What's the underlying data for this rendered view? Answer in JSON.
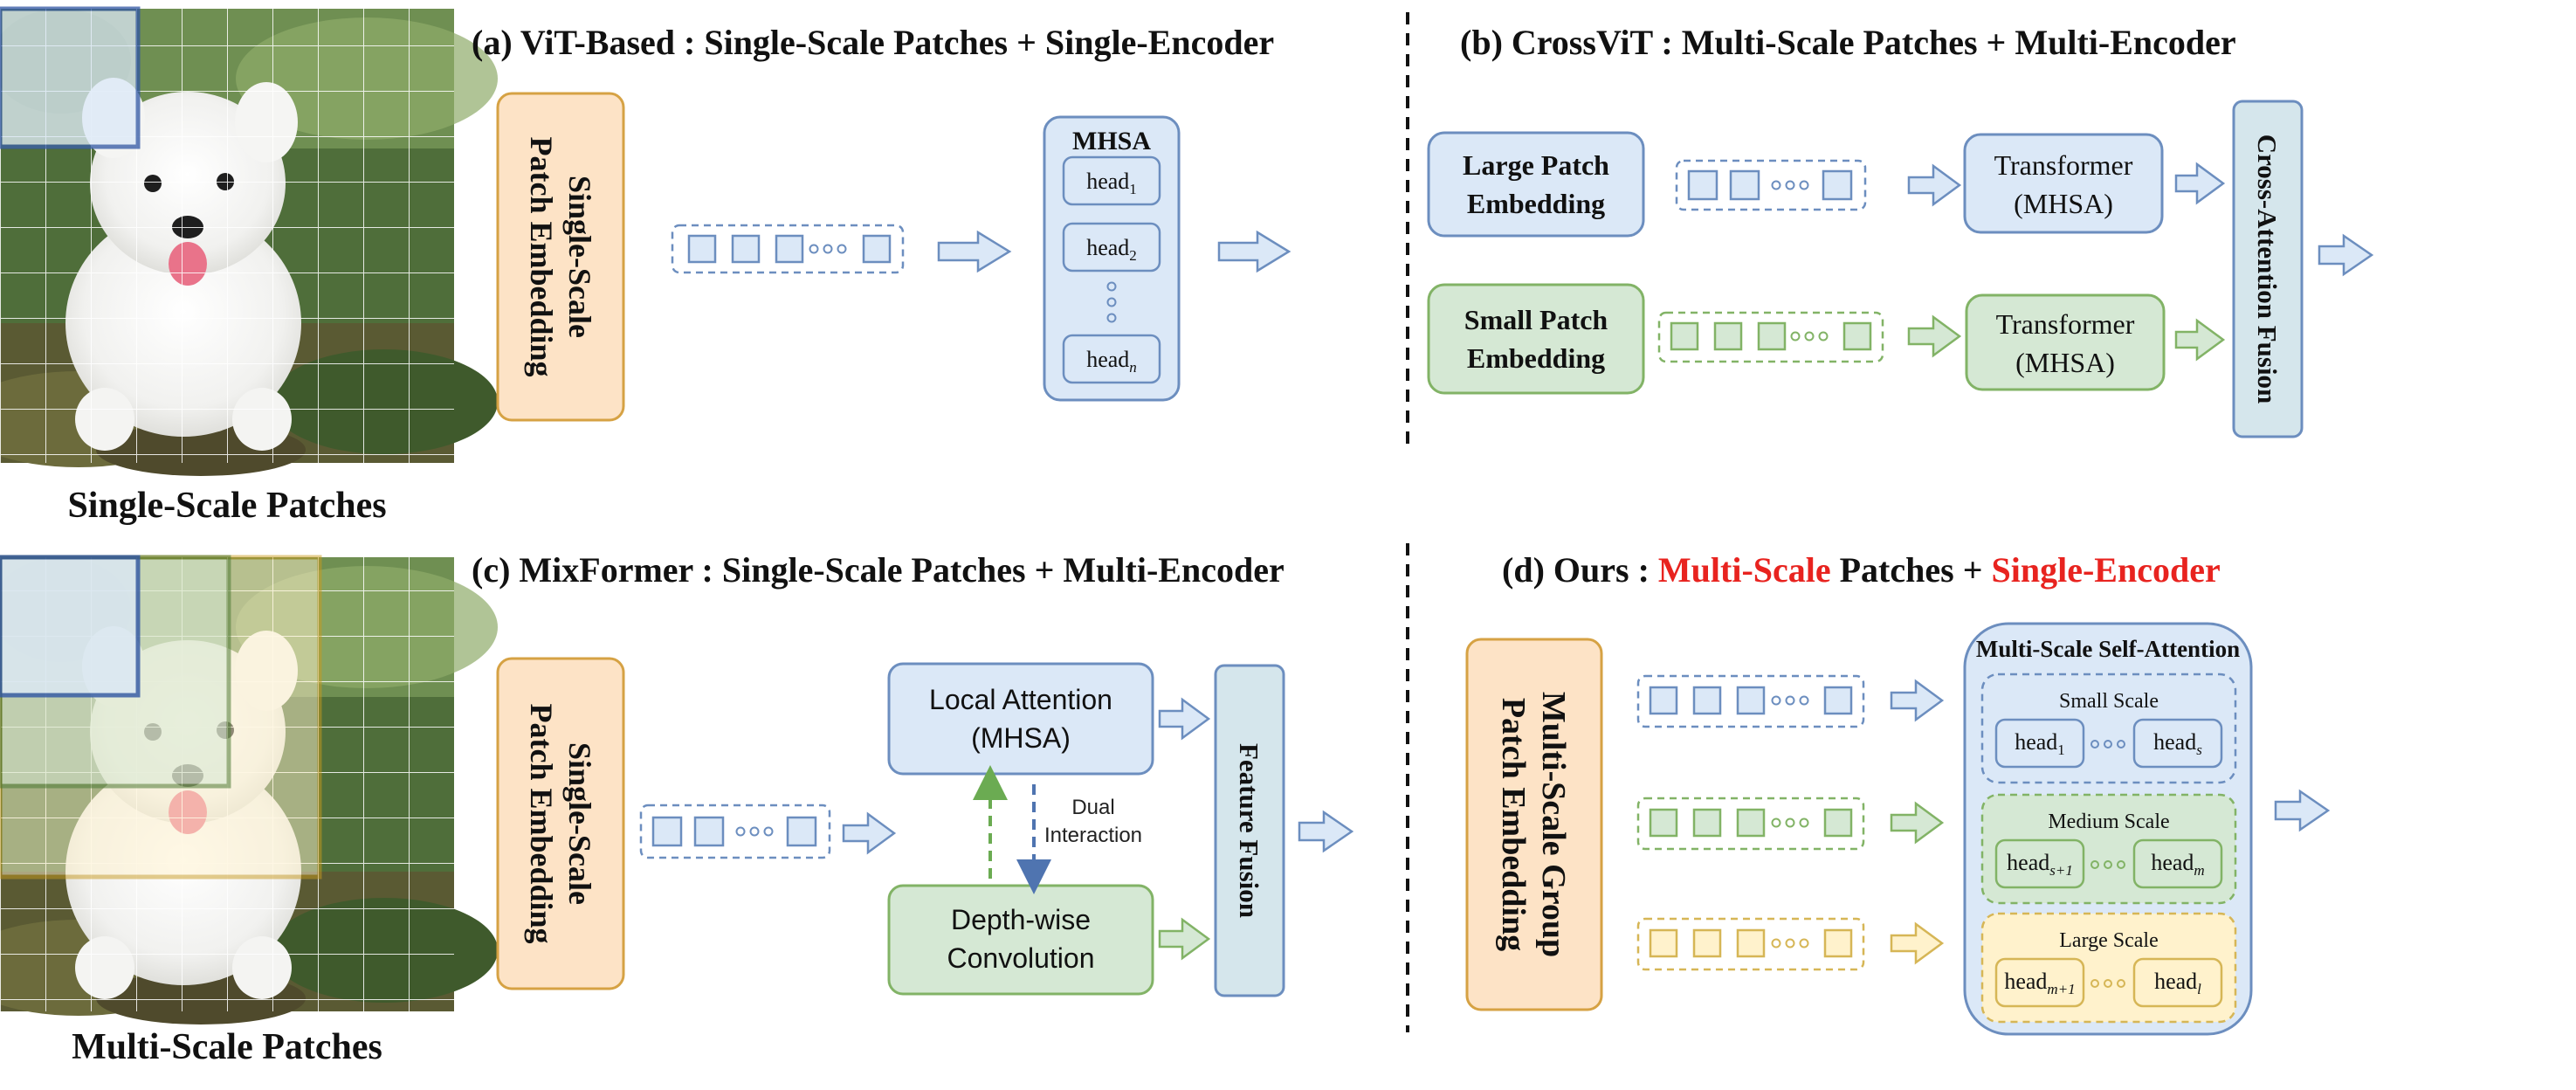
{
  "panel_a": {
    "title": "(a) ViT-Based : Single-Scale Patches + Single-Encoder",
    "embed_line1": "Single-Scale",
    "embed_line2": "Patch Embedding",
    "encoder_title": "MHSA",
    "heads": [
      {
        "base": "head",
        "sub": "1"
      },
      {
        "base": "head",
        "sub": "2"
      },
      {
        "base": "head",
        "sub": "n"
      }
    ]
  },
  "panel_b": {
    "title": "(b) CrossViT : Multi-Scale Patches + Multi-Encoder",
    "large_line1": "Large Patch",
    "large_line2": "Embedding",
    "small_line1": "Small Patch",
    "small_line2": "Embedding",
    "transformer_line1": "Transformer",
    "transformer_line2": "(MHSA)",
    "fusion": "Cross-Attention Fusion"
  },
  "panel_c": {
    "title": "(c) MixFormer : Single-Scale Patches + Multi-Encoder",
    "embed_line1": "Single-Scale",
    "embed_line2": "Patch Embedding",
    "local_line1": "Local Attention",
    "local_line2": "(MHSA)",
    "depth_line1": "Depth-wise",
    "depth_line2": "Convolution",
    "interaction_line1": "Dual",
    "interaction_line2": "Interaction",
    "fusion": "Feature Fusion"
  },
  "panel_d": {
    "title_prefix": "(d) Ours : ",
    "title_multi": "Multi-Scale",
    "title_mid": " Patches + ",
    "title_single": "Single-Encoder",
    "embed_line1": "Multi-Scale Group",
    "embed_line2": "Patch Embedding",
    "msa_title": "Multi-Scale Self-Attention",
    "groups": [
      {
        "label": "Small Scale",
        "head_a": {
          "base": "head",
          "sub": "1"
        },
        "head_b": {
          "base": "head",
          "sub": "s"
        }
      },
      {
        "label": "Medium Scale",
        "head_a": {
          "base": "head",
          "sub": "s+1"
        },
        "head_b": {
          "base": "head",
          "sub": "m"
        }
      },
      {
        "label": "Large Scale",
        "head_a": {
          "base": "head",
          "sub": "m+1"
        },
        "head_b": {
          "base": "head",
          "sub": "l"
        }
      }
    ]
  },
  "captions": {
    "single": "Single-Scale Patches",
    "multi": "Multi-Scale Patches"
  },
  "colors": {
    "blue_fill": "#dbe8f7",
    "blue_stroke": "#6c8ebf",
    "green_fill": "#d5e8d4",
    "green_stroke": "#82b366",
    "orange_fill": "#fde3c6",
    "orange_stroke": "#d6a244",
    "yellow_fill": "#fff2cc",
    "yellow_stroke": "#d6b656",
    "red_text": "#e8231f",
    "dark_blue_box": "#2f55a4",
    "dark_green_box": "#4d7a35",
    "gold_box": "#c99a1e"
  }
}
